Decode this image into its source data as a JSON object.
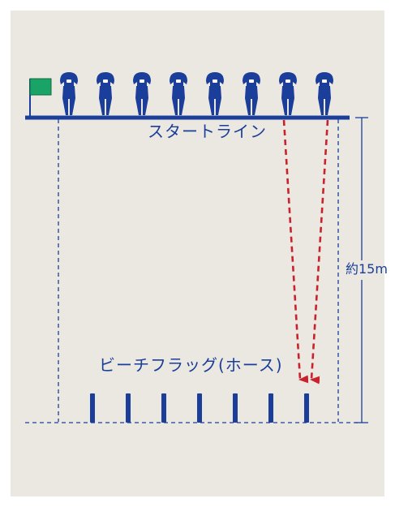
{
  "labels": {
    "start_line": "スタートライン",
    "beach_flag": "ビーチフラッグ(ホース)",
    "distance": "約15m"
  },
  "figure": {
    "runner_count": 8,
    "flag_post_count": 7,
    "arrow_count": 2
  },
  "colors": {
    "background": "#ebe8e1",
    "main_blue": "#1a3e9a",
    "flag_green": "#1aa366",
    "arrow_red": "#c8232c"
  },
  "icons": {
    "start_flag": "green-flag-icon",
    "runner": "person-lying-ready-icon",
    "post": "beach-flag-hose-icon"
  }
}
